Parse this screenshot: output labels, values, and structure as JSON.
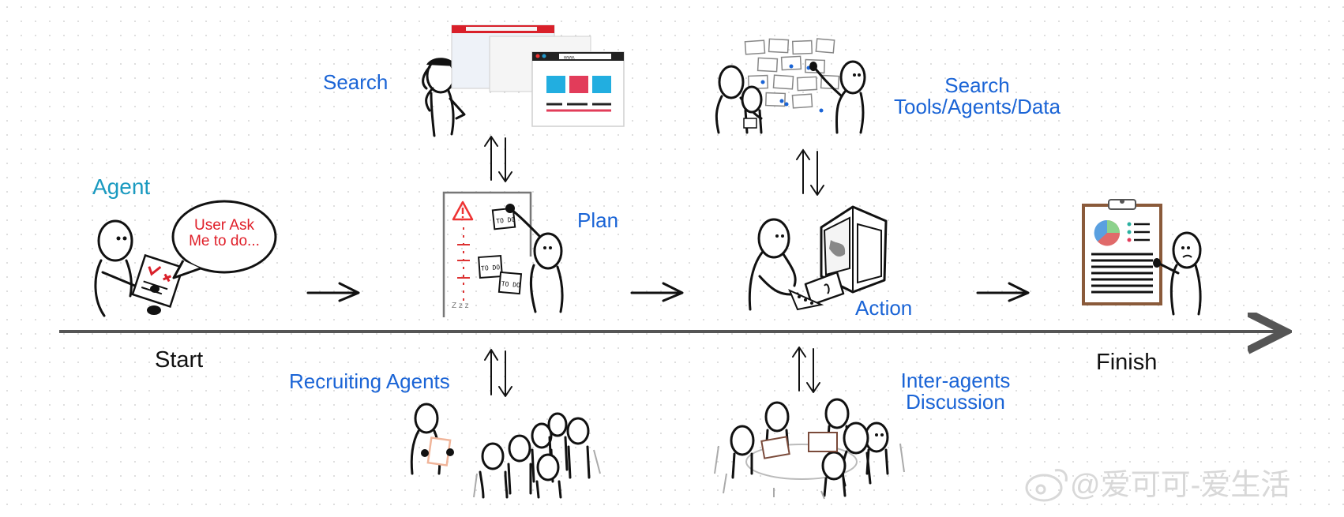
{
  "stages": {
    "agent": "Agent",
    "bubble_line1": "User Ask",
    "bubble_line2": "Me to do...",
    "start": "Start",
    "search": "Search",
    "plan": "Plan",
    "recruiting": "Recruiting Agents",
    "search_tools_line1": "Search",
    "search_tools_line2": "Tools/Agents/Data",
    "action": "Action",
    "inter_line1": "Inter-agents",
    "inter_line2": "Discussion",
    "finish": "Finish"
  },
  "board": {
    "todo": "TO DO",
    "zzz": "Z z z"
  },
  "browser": {
    "url": "www."
  },
  "watermark": "@爱可可-爱生活",
  "colors": {
    "label_blue": "#1a64d6",
    "agent_teal": "#1a9ac0",
    "bubble_red": "#e0202a",
    "browser_red": "#d9202a",
    "tile_blue": "#22aee0",
    "tile_pink": "#e23c5a",
    "clipboard_brown": "#8a5a3a"
  }
}
